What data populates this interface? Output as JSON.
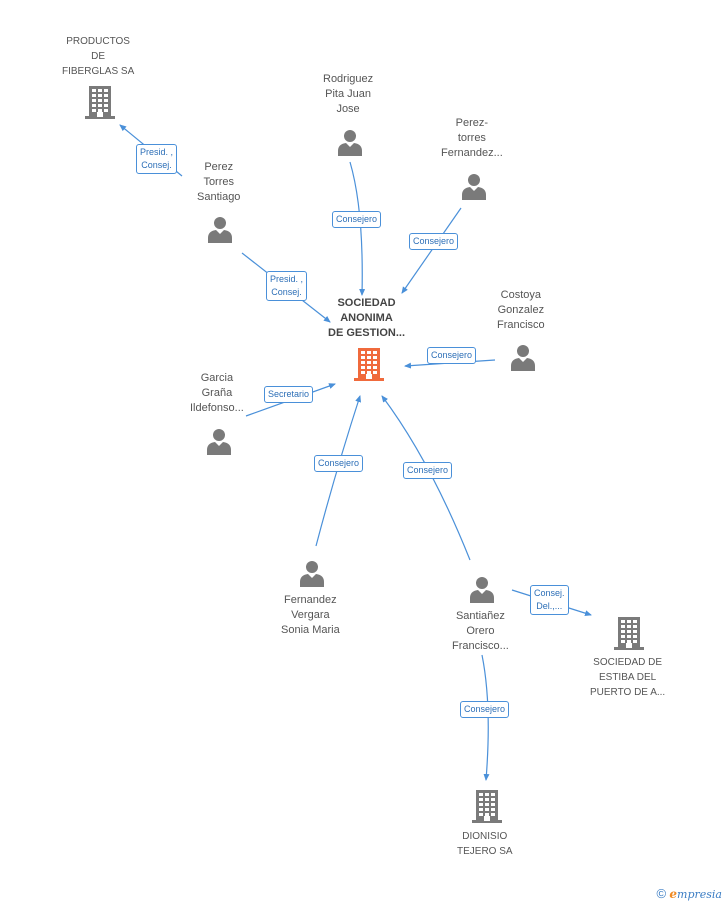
{
  "colors": {
    "edge": "#4a90d9",
    "node_person": "#7a7a7a",
    "node_company": "#7a7a7a",
    "node_center": "#f06a3c",
    "label_border": "#4a90d9",
    "label_text": "#2d6fb7"
  },
  "nodes": [
    {
      "id": "productos",
      "kind": "company",
      "lines": [
        "PRODUCTOS",
        "DE",
        "FIBERGLAS SA"
      ]
    },
    {
      "id": "rodriguez",
      "kind": "person",
      "lines": [
        "Rodriguez",
        "Pita Juan",
        "Jose"
      ]
    },
    {
      "id": "pereztf",
      "kind": "person",
      "lines": [
        "Perez-",
        "torres",
        "Fernandez..."
      ]
    },
    {
      "id": "perezts",
      "kind": "person",
      "lines": [
        "Perez",
        "Torres",
        "Santiago"
      ]
    },
    {
      "id": "center",
      "kind": "center",
      "lines": [
        "SOCIEDAD",
        "ANONIMA",
        "DE GESTION..."
      ]
    },
    {
      "id": "costoya",
      "kind": "person",
      "lines": [
        "Costoya",
        "Gonzalez",
        "Francisco"
      ]
    },
    {
      "id": "garcia",
      "kind": "person",
      "lines": [
        "Garcia",
        "Graña",
        "Ildefonso..."
      ]
    },
    {
      "id": "fernandez",
      "kind": "person",
      "lines": [
        "Fernandez",
        "Vergara",
        "Sonia Maria"
      ]
    },
    {
      "id": "santianez",
      "kind": "person",
      "lines": [
        "Santiañez",
        "Orero",
        "Francisco..."
      ]
    },
    {
      "id": "estiba",
      "kind": "company",
      "lines": [
        "SOCIEDAD DE",
        "ESTIBA DEL",
        "PUERTO DE A..."
      ]
    },
    {
      "id": "dionisio",
      "kind": "company",
      "lines": [
        "DIONISIO",
        "TEJERO SA"
      ]
    }
  ],
  "edges": [
    {
      "from": "perezts",
      "to": "productos",
      "label": [
        "Presid. ,",
        "Consej."
      ]
    },
    {
      "from": "perezts",
      "to": "center",
      "label": [
        "Presid. ,",
        "Consej."
      ]
    },
    {
      "from": "rodriguez",
      "to": "center",
      "label": [
        "Consejero"
      ]
    },
    {
      "from": "pereztf",
      "to": "center",
      "label": [
        "Consejero"
      ]
    },
    {
      "from": "costoya",
      "to": "center",
      "label": [
        "Consejero"
      ]
    },
    {
      "from": "garcia",
      "to": "center",
      "label": [
        "Secretario"
      ]
    },
    {
      "from": "fernandez",
      "to": "center",
      "label": [
        "Consejero"
      ]
    },
    {
      "from": "santianez",
      "to": "center",
      "label": [
        "Consejero"
      ]
    },
    {
      "from": "santianez",
      "to": "estiba",
      "label": [
        "Consej.",
        "Del.,..."
      ]
    },
    {
      "from": "santianez",
      "to": "dionisio",
      "label": [
        "Consejero"
      ]
    }
  ],
  "footer": {
    "copyright_symbol": "©",
    "brand_initial": "e",
    "brand_rest": "mpresia"
  }
}
